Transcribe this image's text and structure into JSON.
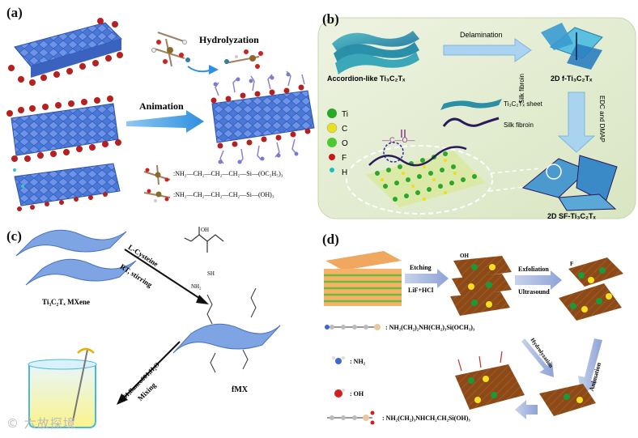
{
  "panel_a": {
    "label": "(a)",
    "hydrolyzation": "Hydrolyzation",
    "animation": "Animation",
    "formula1": ":NH₂—CH₂—CH₂—CH₂—Si—(OC₂H₅)₃",
    "formula2": ":NH₂—CH₂—CH₂—CH₂—Si—(OH)₃"
  },
  "panel_b": {
    "label": "(b)",
    "accordion": "Accordion-like Ti₃C₂Tₓ",
    "delamination": "Delamination",
    "f_ti": "2D f-Ti₃C₂Tₓ",
    "silk_fibroin_v": "Silk fibroin",
    "edc": "EDC and DMAP",
    "sheet": "Ti₃C₂Tₓ sheet",
    "silk": "Silk fibroin",
    "sf_ti": "2D SF-Ti₃C₂Tₓ",
    "legend": [
      "Ti",
      "C",
      "O",
      "F",
      "H"
    ],
    "ester": "—C—O—"
  },
  "panel_c": {
    "label": "(c)",
    "mxene": "Ti₃C₂Tₓ MXene",
    "l_cys": "L-Cysteine",
    "rt": "RT, stirring",
    "mixing1": "E51,Baneo001,H₂O",
    "mixing2": "Mixing",
    "fmx": "fMX",
    "sh": "SH",
    "nh2": "NH₂",
    "oh": "OH",
    "o": "O"
  },
  "panel_d": {
    "label": "(d)",
    "etching": "Etching",
    "lif": "LiF+HCl",
    "exfoliation": "Exfoliation",
    "ultrasound": "Ultrasound",
    "hydrolyzation": "Hydrolyzation",
    "animation": "Animation",
    "key1": ": NH₂(CH₂)₂NH(CH₂)₃Si(OCH₃)₃",
    "key2": ": NH₂",
    "key3": ": OH",
    "key4": ": NH₂(CH₂)₃NHCH₂CH₂Si(OH)₃",
    "oh": "OH",
    "f": "F",
    "o": "O"
  },
  "watermark": "© 六故探境"
}
